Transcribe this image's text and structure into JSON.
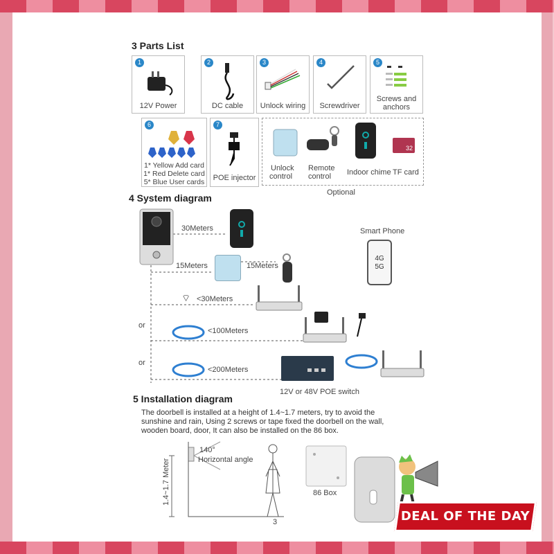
{
  "sections": {
    "parts_title": "3 Parts List",
    "system_title": "4 System diagram",
    "install_title": "5  Installation diagram"
  },
  "parts": [
    {
      "num": "1",
      "label": "12V Power",
      "icon": "power-adapter-icon"
    },
    {
      "num": "2",
      "label": "DC cable",
      "icon": "dc-cable-icon"
    },
    {
      "num": "3",
      "label": "Unlock wiring",
      "icon": "wiring-icon"
    },
    {
      "num": "4",
      "label": "Screwdriver",
      "icon": "screwdriver-icon"
    },
    {
      "num": "5",
      "label_line1": "Screws and",
      "label_line2": "anchors",
      "icon": "screws-icon"
    },
    {
      "num": "6",
      "label_line1": "1* Yellow Add card",
      "label_line2": "1* Red Delete card",
      "label_line3": "5* Blue User cards",
      "icon": "rfid-tags-icon"
    },
    {
      "num": "7",
      "label": "POE injector",
      "icon": "poe-injector-icon"
    }
  ],
  "optional": {
    "items": [
      {
        "label_line1": "Unlock",
        "label_line2": "control"
      },
      {
        "label_line1": "Remote",
        "label_line2": "control"
      },
      {
        "label": "Indoor chime"
      },
      {
        "label": "TF card",
        "card_text": "32"
      }
    ],
    "caption": "Optional"
  },
  "system": {
    "dist_chime": "30Meters",
    "dist_unlock": "15Meters",
    "dist_remote": "15Meters",
    "dist_wifi": "<30Meters",
    "dist_100": "<100Meters",
    "dist_200": "<200Meters",
    "or_1": "or",
    "or_2": "or",
    "smart_phone": "Smart Phone",
    "phone_4g": "4G",
    "phone_5g": "5G",
    "switch_caption": "12V or 48V POE switch"
  },
  "install": {
    "paragraph_line1": "The doorbell is installed at a height of 1.4~1.7 meters, try to avoid the",
    "paragraph_line2": "sunshine and rain, Using 2 screws or tape fixed the doorbell on the wall,",
    "paragraph_line3": "wooden board, door, It can also be installed on the 86 box.",
    "angle": "140°",
    "angle_label": "Horizontal angle",
    "height_label": "1.4~1.7 Meter",
    "box_label": "86 Box",
    "page_number": "3"
  },
  "badge": "DEAL OF THE DAY",
  "colors": {
    "accent": "#2a87c8",
    "badge": "#c8101e",
    "frame": "#d8465f"
  }
}
